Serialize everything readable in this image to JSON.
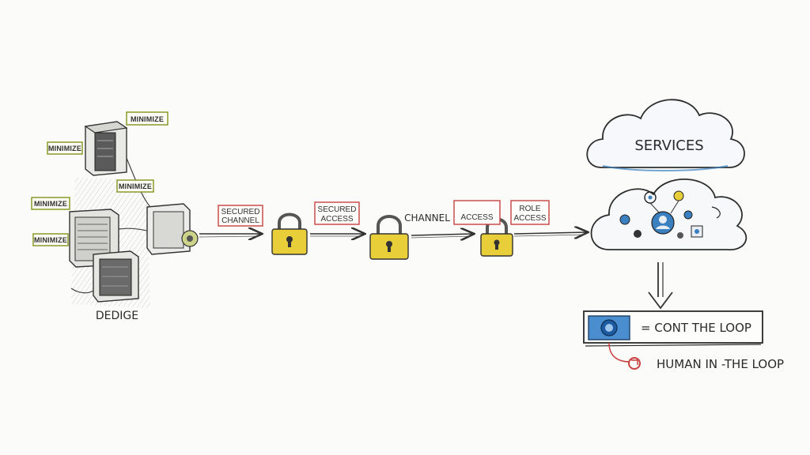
{
  "left": {
    "minimize_tags": [
      "MINIMIZE",
      "MINIMIZE",
      "MINIMIZE",
      "MINIMIZE",
      "MINIMIZE"
    ],
    "device_label": "DEDIGE"
  },
  "flow": {
    "label_1": [
      "SECURED",
      "CHANNEL"
    ],
    "label_2": [
      "SECURED",
      "ACCESS"
    ],
    "channel_label": "CHANNEL",
    "label_3": [
      "ACCESS"
    ],
    "label_4": [
      "ROLE",
      "ACCESS"
    ]
  },
  "right": {
    "services_label": "SERVICES",
    "loop_label": "= CONT THE LOOP",
    "human_label": "HUMAN IN -THE LOOP"
  },
  "colors": {
    "lock_yellow": "#e8cf3a",
    "tag_green": "#8a9a2a",
    "tag_red": "#c94040",
    "cloud_blue": "#3a7fc0",
    "box_blue": "#4a8ed0"
  }
}
